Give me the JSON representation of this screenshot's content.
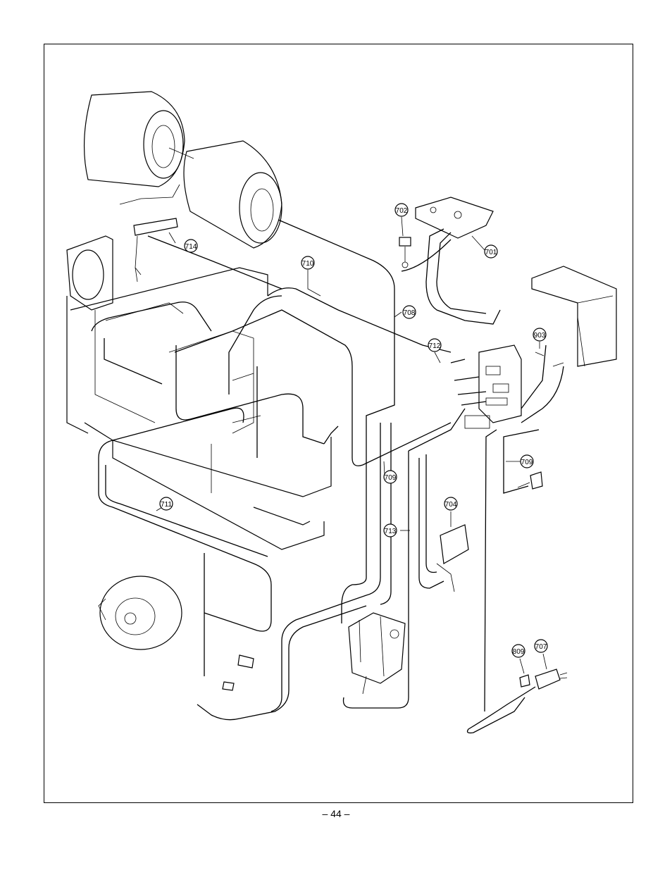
{
  "page_number": "– 44 –",
  "callouts": {
    "c701": "701",
    "c702": "702",
    "c704": "704",
    "c707": "707",
    "c708": "708",
    "c709a": "709",
    "c709b": "709",
    "c710": "710",
    "c711": "711",
    "c712": "712",
    "c713": "713",
    "c714": "714",
    "c809": "809",
    "c903": "903"
  }
}
